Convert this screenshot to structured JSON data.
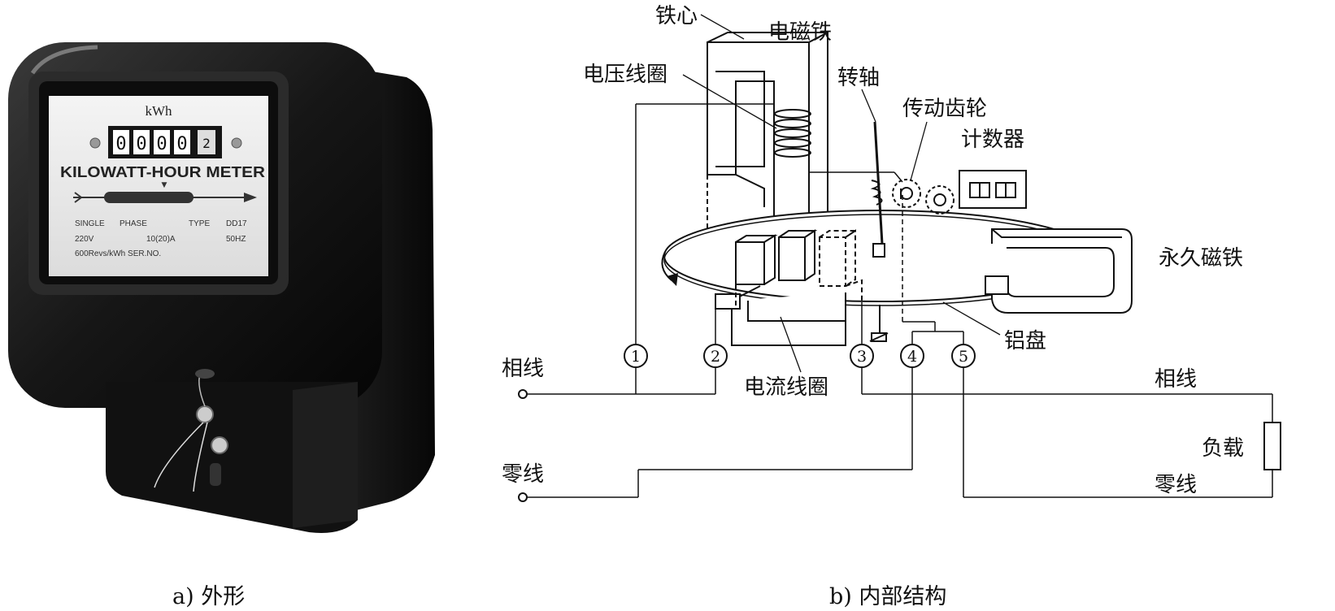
{
  "meter": {
    "unit": "kWh",
    "digits": [
      "0",
      "0",
      "0",
      "0"
    ],
    "last_digit": "2",
    "title": "KILOWATT-HOUR METER",
    "spec_line1": [
      "SINGLE",
      "PHASE",
      "TYPE",
      "DD17"
    ],
    "spec_line2": [
      "220V",
      "10(20)A",
      "50HZ"
    ],
    "spec_line3": "600Revs/kWh SER.NO."
  },
  "labels": {
    "iron_core": "铁心",
    "electromagnet": "电磁铁",
    "voltage_coil": "电压线圈",
    "shaft": "转轴",
    "gear": "传动齿轮",
    "counter": "计数器",
    "permanent_magnet": "永久磁铁",
    "aluminum_disc": "铝盘",
    "current_coil": "电流线圈",
    "phase_in": "相线",
    "neutral_in": "零线",
    "phase_out": "相线",
    "neutral_out": "零线",
    "load": "负载"
  },
  "terminals": [
    "1",
    "2",
    "3",
    "4",
    "5"
  ],
  "captions": {
    "a": "a) 外形",
    "b": "b) 内部结构"
  }
}
